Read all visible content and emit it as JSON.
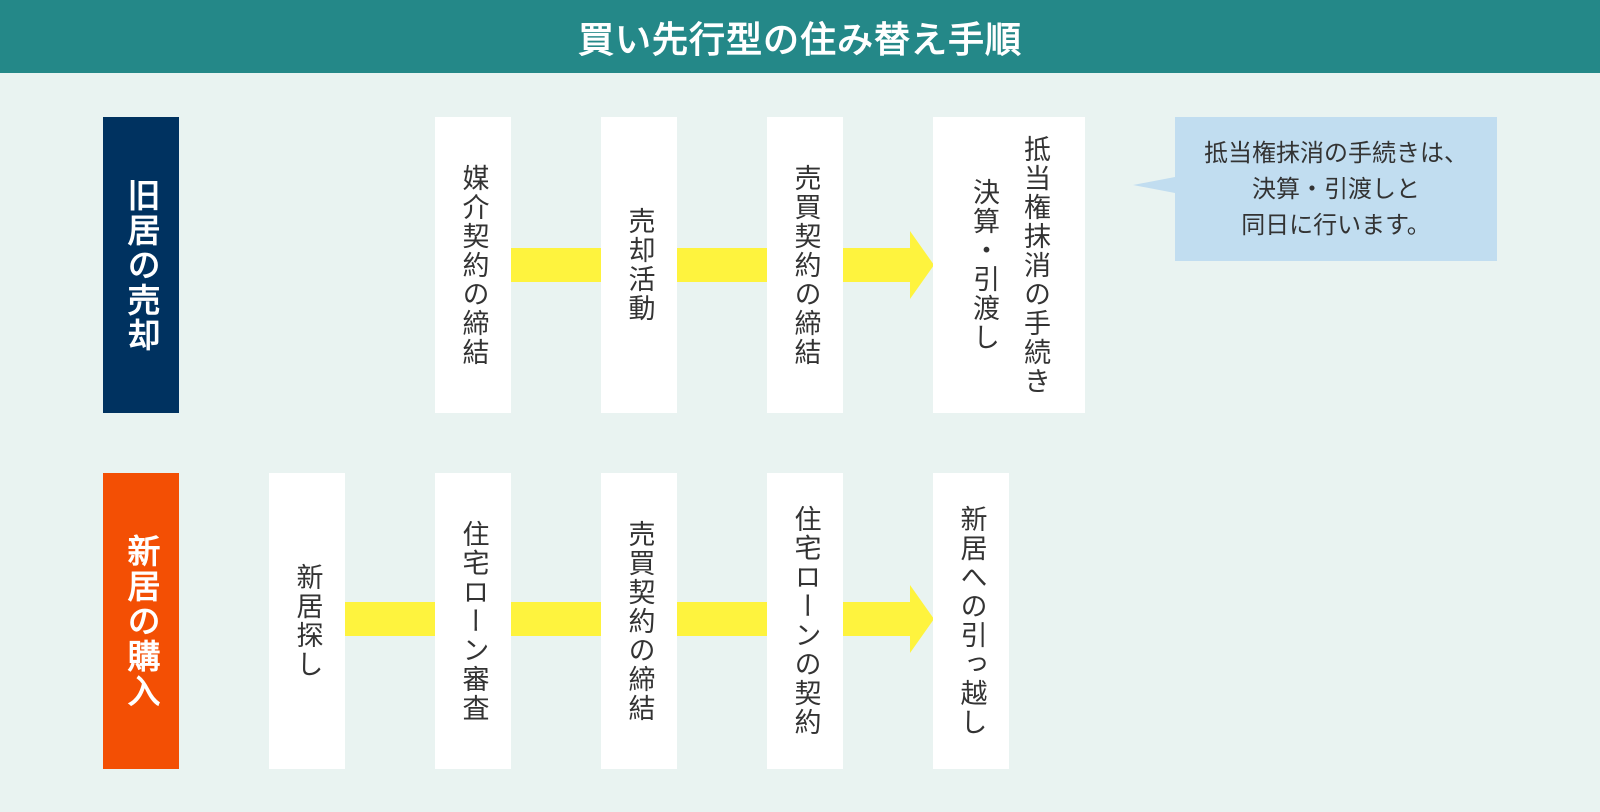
{
  "title": "買い先行型の住み替え手順",
  "colors": {
    "header_bg": "#248888",
    "page_bg": "#e9f3f1",
    "sale_label_bg": "#003260",
    "purchase_label_bg": "#f34f04",
    "arrow": "#fef33e",
    "callout_bg": "#c1ddf0"
  },
  "rows": {
    "sale": {
      "label": "旧居の売却",
      "steps": [
        "媒介契約の締結",
        "売却活動",
        "売買契約の締結",
        "決算・引渡し"
      ],
      "final_sub": "抵当権抹消の手続き"
    },
    "purchase": {
      "label": "新居の購入",
      "steps": [
        "新居探し",
        "住宅ローン審査",
        "売買契約の締結",
        "住宅ローンの契約",
        "新居への引っ越し"
      ]
    }
  },
  "callout": {
    "lines": [
      "抵当権抹消の手続きは、",
      "決算・引渡しと",
      "同日に行います。"
    ]
  }
}
